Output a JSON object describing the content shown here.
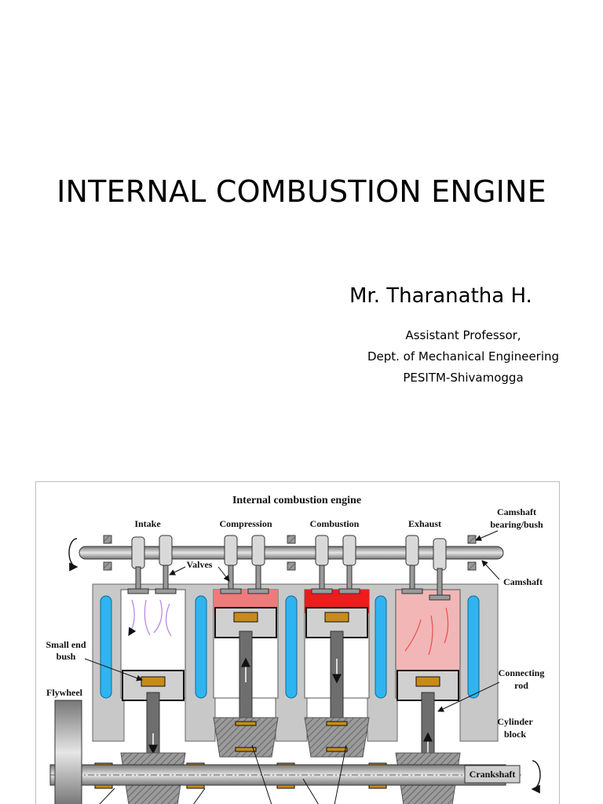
{
  "slide": {
    "title": "INTERNAL COMBUSTION ENGINE",
    "author": "Mr. Tharanatha H.",
    "affiliation": [
      "Assistant Professor,",
      "Dept. of Mechanical Engineering",
      "PESITM-Shivamogga"
    ]
  },
  "figure": {
    "title": "Internal combustion engine",
    "strokes": [
      "Intake",
      "Compression",
      "Combustion",
      "Exhaust"
    ],
    "labels": {
      "camshaft_bearing_1": "Camshaft",
      "camshaft_bearing_2": "bearing/bush",
      "camshaft": "Camshaft",
      "valves": "Valves",
      "small_end_1": "Small end",
      "small_end_2": "bush",
      "flywheel": "Flywheel",
      "connecting_rod_1": "Connecting",
      "connecting_rod_2": "rod",
      "cylinder_block_1": "Cylinder",
      "cylinder_block_2": "block",
      "crankshaft": "Crankshaft"
    },
    "colors": {
      "block": "#c8c8c8",
      "coolant": "#2fb4f0",
      "compression": "#f07a7a",
      "combustion": "#ee1c1c",
      "exhaust_gas": "#f2b6b6",
      "intake_gas": "#b98ae6",
      "bearing": "#c98a1c"
    }
  }
}
